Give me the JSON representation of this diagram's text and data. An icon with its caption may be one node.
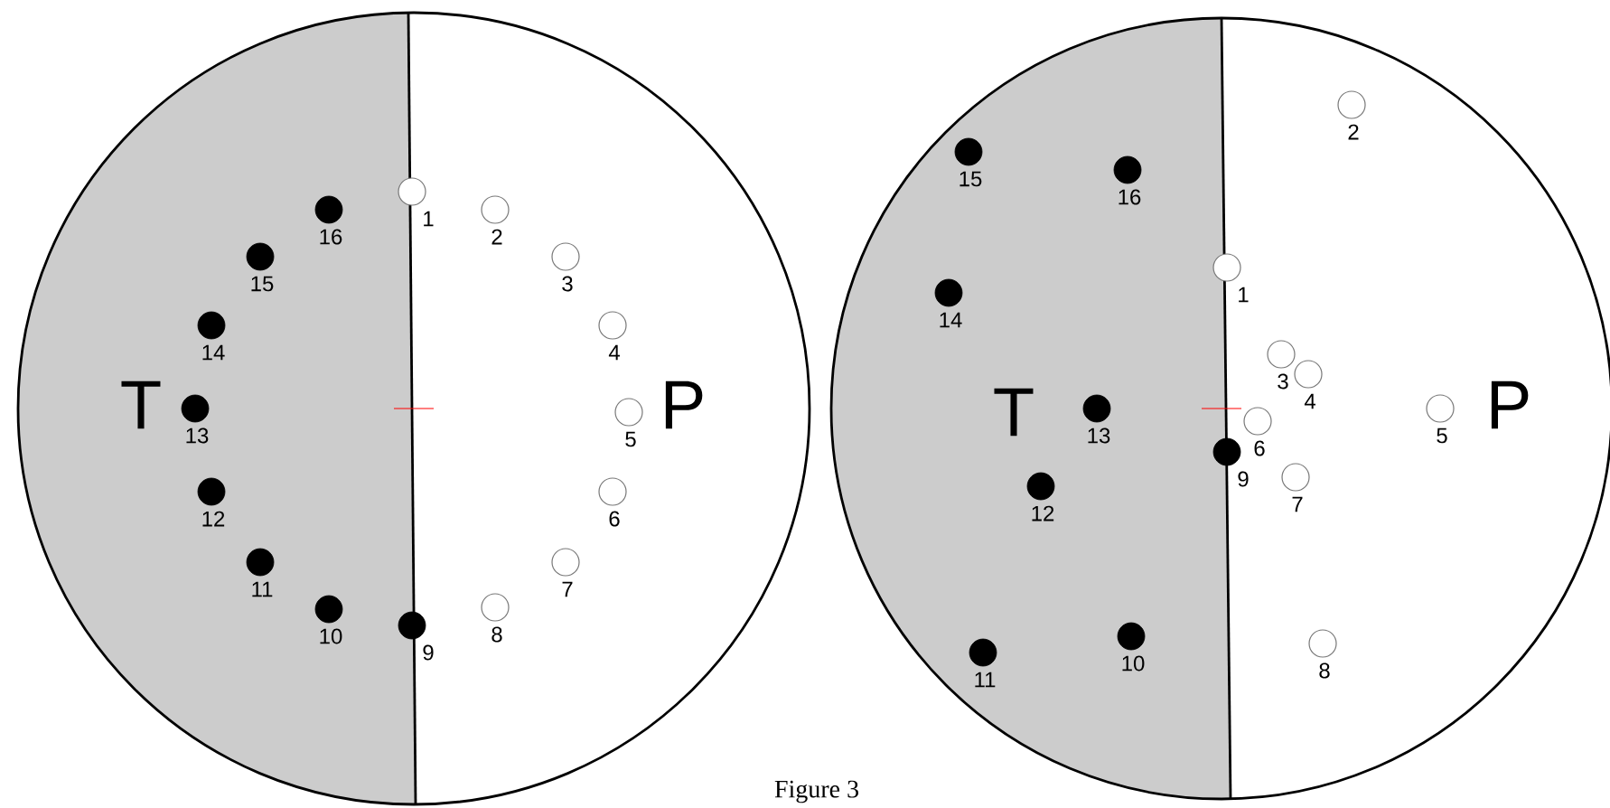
{
  "diagram": {
    "caption": "Figure 3",
    "nodes": [
      {
        "text": [
          "T",
          "P"
        ]
      },
      {
        "text": [],
        "shape": "circle",
        "in": 0,
        "beside": [
          "1"
        ]
      },
      {
        "text": [],
        "shape": "circle",
        "in": 0,
        "beside": [
          "2"
        ]
      },
      {
        "text": [],
        "shape": "circle",
        "in": 0,
        "beside": [
          "3"
        ]
      },
      {
        "text": [],
        "shape": "circle",
        "in": 0,
        "beside": [
          "4"
        ]
      },
      {
        "text": [],
        "shape": "circle",
        "in": 0,
        "beside": [
          "5"
        ]
      },
      {
        "text": [],
        "shape": "circle",
        "in": 0,
        "beside": [
          "6"
        ]
      },
      {
        "text": [],
        "shape": "circle",
        "in": 0,
        "beside": [
          "7"
        ]
      },
      {
        "text": [],
        "shape": "circle",
        "in": 0,
        "beside": [
          "8"
        ]
      },
      {
        "text": [],
        "shape": "dot",
        "in": 0,
        "beside": [
          "9"
        ]
      },
      {
        "text": [],
        "shape": "dot",
        "in": 0,
        "beside": [
          "10"
        ]
      },
      {
        "text": [],
        "shape": "dot",
        "in": 0,
        "beside": [
          "11"
        ]
      },
      {
        "text": [],
        "shape": "dot",
        "in": 0,
        "beside": [
          "12"
        ]
      },
      {
        "text": [],
        "shape": "dot",
        "in": 0,
        "beside": [
          "13"
        ]
      },
      {
        "text": [],
        "shape": "dot",
        "in": 0,
        "beside": [
          "14"
        ]
      },
      {
        "text": [],
        "shape": "dot",
        "in": 0,
        "beside": [
          "15"
        ]
      },
      {
        "text": [],
        "shape": "dot",
        "in": 0,
        "beside": [
          "16"
        ]
      },
      {
        "text": [
          "T",
          "P"
        ]
      },
      {
        "text": [],
        "shape": "circle",
        "in": 17,
        "beside": [
          "1"
        ]
      },
      {
        "text": [],
        "shape": "circle",
        "in": 17,
        "beside": [
          "2"
        ]
      },
      {
        "text": [],
        "shape": "circle",
        "in": 17,
        "beside": [
          "3"
        ]
      },
      {
        "text": [],
        "shape": "circle",
        "in": 17,
        "beside": [
          "4"
        ]
      },
      {
        "text": [],
        "shape": "circle",
        "in": 17,
        "beside": [
          "5"
        ]
      },
      {
        "text": [],
        "shape": "circle",
        "in": 17,
        "beside": [
          "6"
        ]
      },
      {
        "text": [],
        "shape": "circle",
        "in": 17,
        "beside": [
          "7"
        ]
      },
      {
        "text": [],
        "shape": "circle",
        "in": 17,
        "beside": [
          "8"
        ]
      },
      {
        "text": [],
        "shape": "dot",
        "in": 17,
        "beside": [
          "9"
        ]
      },
      {
        "text": [],
        "shape": "dot",
        "in": 17,
        "beside": [
          "10"
        ]
      },
      {
        "text": [],
        "shape": "dot",
        "in": 17,
        "beside": [
          "11"
        ]
      },
      {
        "text": [],
        "shape": "dot",
        "in": 17,
        "beside": [
          "12"
        ]
      },
      {
        "text": [],
        "shape": "dot",
        "in": 17,
        "beside": [
          "13"
        ]
      },
      {
        "text": [],
        "shape": "dot",
        "in": 17,
        "beside": [
          "14"
        ]
      },
      {
        "text": [],
        "shape": "dot",
        "in": 17,
        "beside": [
          "15"
        ]
      },
      {
        "text": [],
        "shape": "dot",
        "in": 17,
        "beside": [
          "16"
        ]
      }
    ]
  }
}
